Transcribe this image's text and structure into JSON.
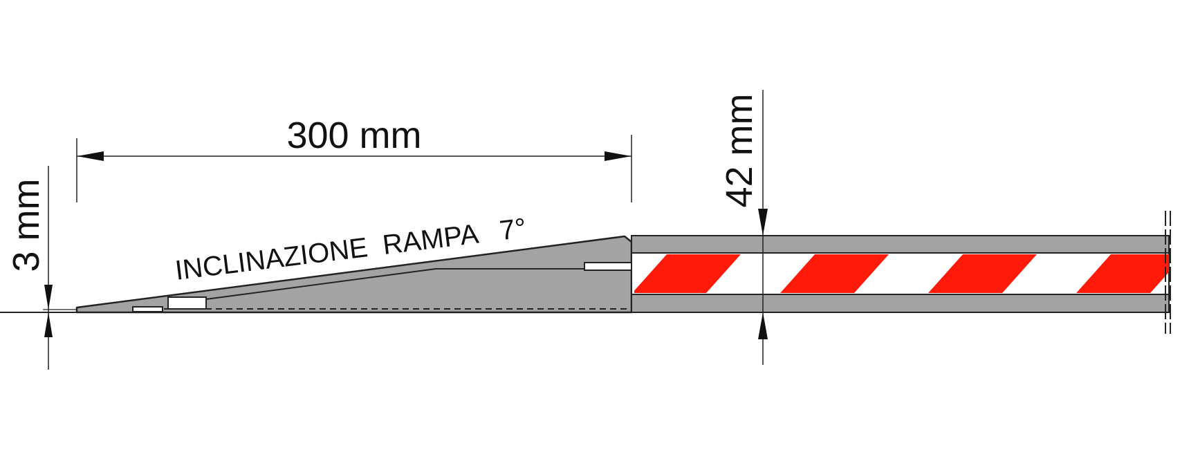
{
  "drawing": {
    "length_label": "300 mm",
    "height_label": "42 mm",
    "edge_label": "3 mm",
    "slope_label": "INCLINAZIONE  RAMPA   7°"
  },
  "colors": {
    "body_gray": "#a3a3a3",
    "stripe_red": "#ff1a0a",
    "stripe_white": "#ffffff",
    "outline": "#222222"
  }
}
